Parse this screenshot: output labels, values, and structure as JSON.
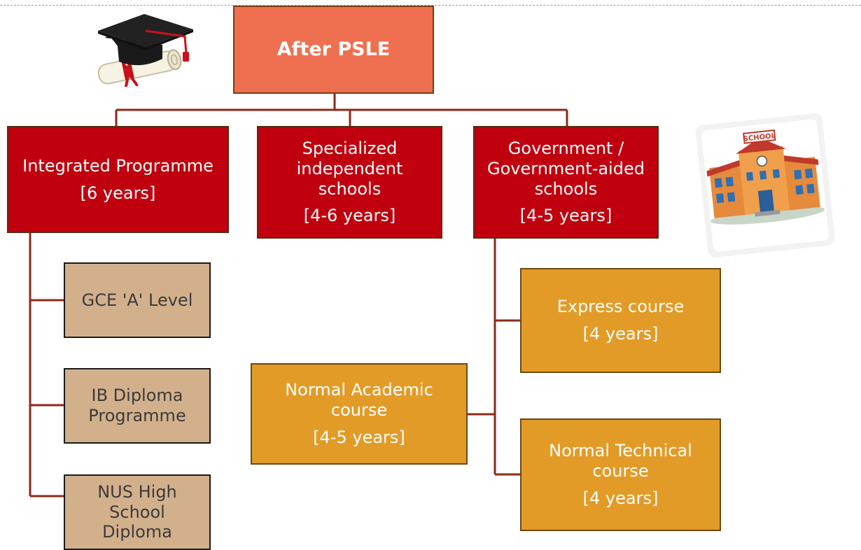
{
  "root": {
    "label": "After PSLE"
  },
  "branches": [
    {
      "label": "Integrated Programme",
      "years": "[6 years]"
    },
    {
      "label": "Specialized independent schools",
      "years": "[4-6 years]"
    },
    {
      "label": "Government / Government-aided schools",
      "years": "[4-5 years]"
    }
  ],
  "ip_options": [
    {
      "label": "GCE 'A' Level"
    },
    {
      "label": "IB Diploma Programme"
    },
    {
      "label": "NUS High School Diploma"
    }
  ],
  "gov_courses": [
    {
      "label": "Express course",
      "years": "[4 years]"
    },
    {
      "label": "Normal Academic course",
      "years": "[4-5 years]"
    },
    {
      "label": "Normal Technical course",
      "years": "[4 years]"
    }
  ],
  "images": {
    "graduation": "graduation-cap-diploma-icon",
    "school": "school-building-icon"
  },
  "colors": {
    "root": "#ef7050",
    "branch": "#c0000e",
    "ip_option": "#d3b08c",
    "course": "#e39b27",
    "connector": "#8b2a1a"
  }
}
